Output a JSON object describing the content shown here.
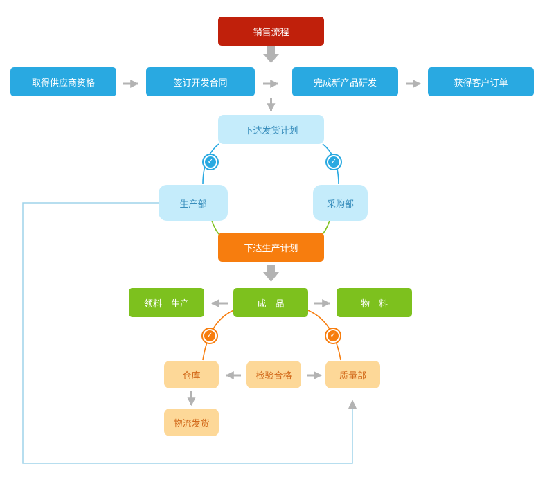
{
  "diagram": {
    "title": "销售流程",
    "top_row": [
      "取得供应商资格",
      "签订开发合同",
      "完成新产品研发",
      "获得客户订单"
    ],
    "dispatch_plan": "下达发货计划",
    "dept_left": "生产部",
    "dept_right": "采购部",
    "production_plan": "下达生产计划",
    "finished_goods": "成　品",
    "receive_material": "领料　生产",
    "materials": "物　料",
    "warehouse": "仓库",
    "inspection": "检验合格",
    "quality_dept": "质量部",
    "logistics": "物流发货"
  },
  "colors": {
    "title_red": "#c0200b",
    "step_blue": "#29a9e1",
    "light_blue": "#c5ecfb",
    "plan_orange": "#f77d0e",
    "goods_green": "#7dc11e",
    "tan": "#fdd898",
    "arrow_gray": "#b3b3b3"
  },
  "icons": {
    "check_node": "circle-check-icon"
  }
}
